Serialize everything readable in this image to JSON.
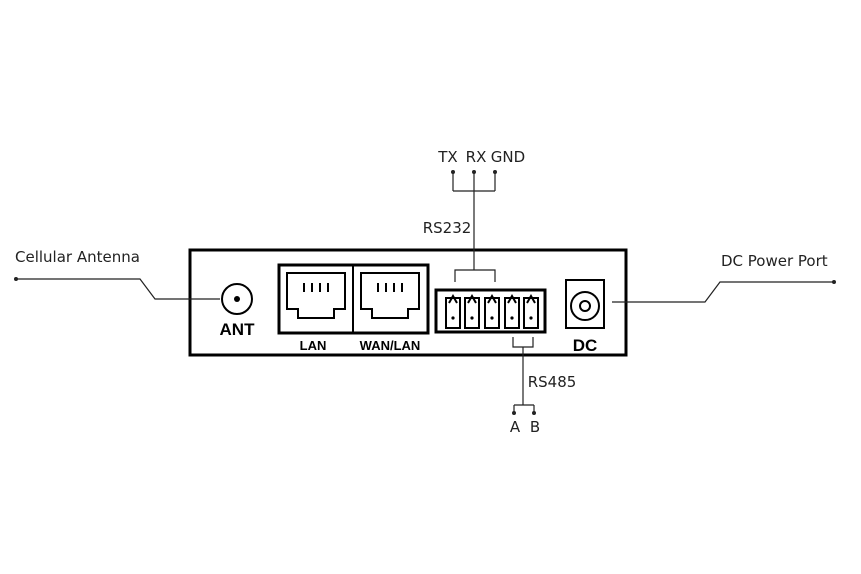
{
  "callouts": {
    "cellular_antenna": "Cellular Antenna",
    "dc_power_port": "DC Power Port",
    "rs232": "RS232",
    "rs485": "RS485",
    "tx": "TX",
    "rx": "RX",
    "gnd": "GND",
    "a": "A",
    "b": "B"
  },
  "ports": {
    "ant": "ANT",
    "lan": "LAN",
    "wan_lan": "WAN/LAN",
    "dc": "DC"
  }
}
